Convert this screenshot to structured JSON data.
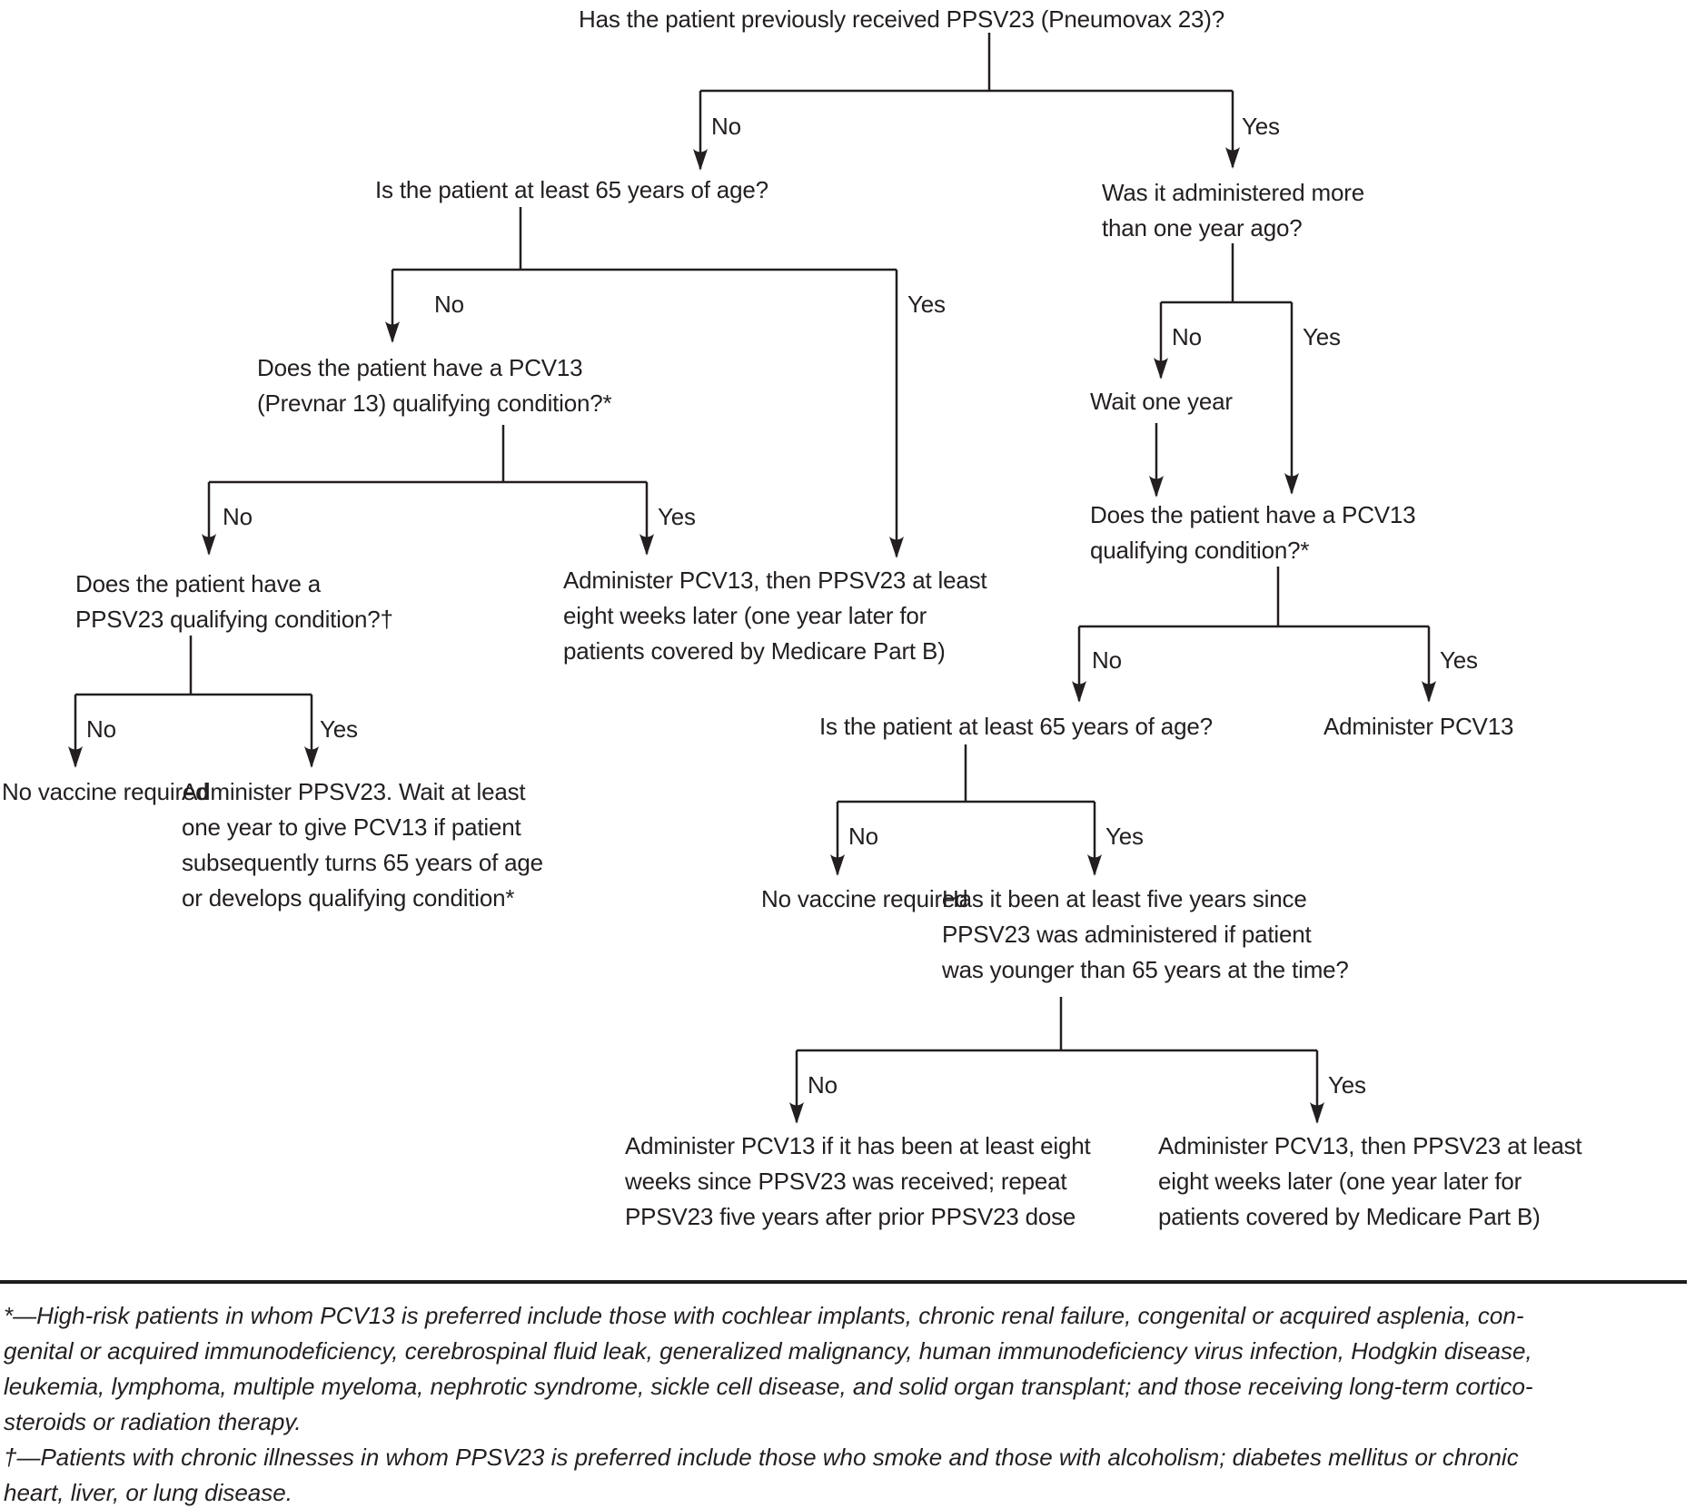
{
  "diagram": {
    "colors": {
      "ink": "#231f20",
      "background": "#ffffff"
    },
    "branch_labels": {
      "no": "No",
      "yes": "Yes"
    },
    "root_question": "Has the patient previously received PPSV23 (Pneumovax 23)?",
    "left": {
      "q_age65": "Is the patient at least 65 years of age?",
      "q_pcv13_condition": "Does the patient have a PCV13\n(Prevnar 13) qualifying condition?*",
      "q_ppsv23_condition": "Does the patient have a\nPPSV23 qualifying condition?†",
      "no_vaccine": "No vaccine required",
      "administer_ppsv23_wait": "Administer PPSV23. Wait at least\none year to give PCV13 if patient\nsubsequently turns 65 years of age\nor develops qualifying condition*",
      "administer_pcv13_then_ppsv23": "Administer PCV13, then PPSV23 at least\neight weeks later (one year later for\npatients covered by Medicare Part B)"
    },
    "right": {
      "q_more_than_one_year": "Was it administered more\nthan one year ago?",
      "wait_one_year": "Wait one year",
      "q_pcv13_condition": "Does the patient have a PCV13\nqualifying condition?*",
      "administer_pcv13": "Administer PCV13",
      "q_age65": "Is the patient at least 65 years of age?",
      "no_vaccine": "No vaccine required",
      "q_five_years": "Has it been at least five years since\nPPSV23 was administered if patient\nwas younger than 65 years at the time?",
      "administer_pcv13_if_eight_weeks": "Administer PCV13 if it has been at least eight\nweeks since PPSV23 was received; repeat\nPPSV23 five years after prior PPSV23 dose",
      "administer_pcv13_then_ppsv23": "Administer PCV13, then PPSV23 at least\neight weeks later (one year later for\npatients covered by Medicare Part B)"
    },
    "footnotes": {
      "asterisk": "*—High-risk patients in whom PCV13 is preferred include those with cochlear implants, chronic renal failure, congenital or acquired asplenia, con-\ngenital or acquired immunodeficiency, cerebrospinal fluid leak, generalized malignancy, human immunodeficiency virus infection, Hodgkin disease,\nleukemia, lymphoma, multiple myeloma, nephrotic syndrome, sickle cell disease, and solid organ transplant; and those receiving long-term cortico-\nsteroids or radiation therapy.",
      "dagger": "†—Patients with chronic illnesses in whom PPSV23 is preferred include those who smoke and those with alcoholism; diabetes mellitus or chronic\nheart, liver, or lung disease."
    }
  }
}
